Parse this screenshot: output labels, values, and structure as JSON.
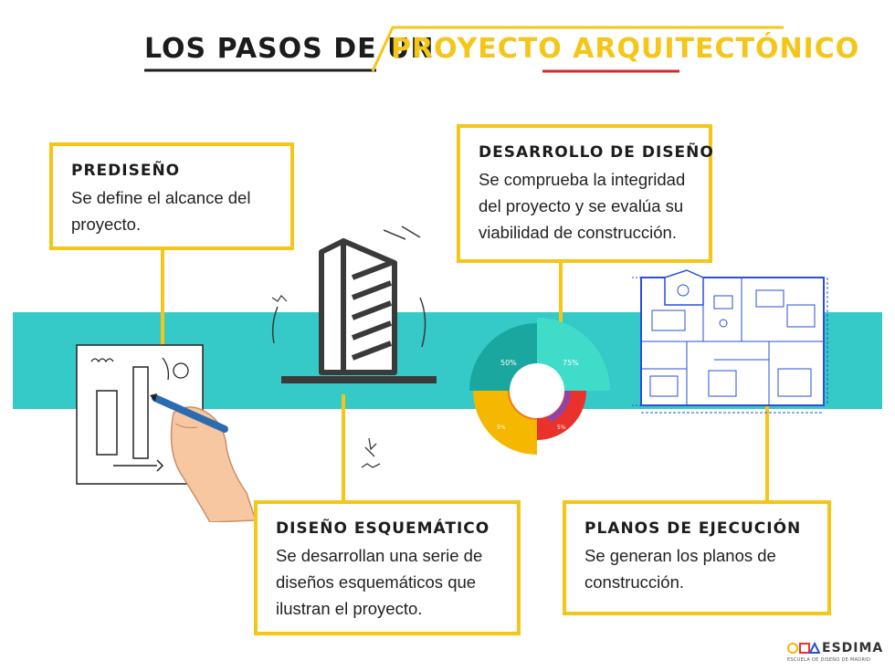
{
  "title": {
    "part1": "LOS PASOS DE UN",
    "part2": "PROYECTO ARQUITECTÓNICO"
  },
  "steps": [
    {
      "title": "PREDISEÑO",
      "text": "Se define el alcance del proyecto."
    },
    {
      "title": "DISEÑO ESQUEMÁTICO",
      "text": "Se desarrollan una serie de diseños esquemáticos que ilustran el proyecto."
    },
    {
      "title": "DESARROLLO DE DISEÑO",
      "text": "Se comprueba la integridad del proyecto y se evalúa su viabilidad de construcción."
    },
    {
      "title": "PLANOS DE EJECUCIÓN",
      "text": "Se generan los planos de construcción."
    }
  ],
  "donut": {
    "labels": [
      "50%",
      "75%",
      "5%",
      "5%"
    ],
    "colors": [
      "#1aa7a0",
      "#3fdcc9",
      "#e8322b",
      "#f5b700",
      "#f07a1a"
    ]
  },
  "logo": {
    "name": "ESDIMA",
    "subtitle": "ESCUELA DE DISEÑO DE MADRID"
  },
  "colors": {
    "accent": "#f5c518",
    "band": "#35c9c7",
    "underline": "#d8262e"
  }
}
